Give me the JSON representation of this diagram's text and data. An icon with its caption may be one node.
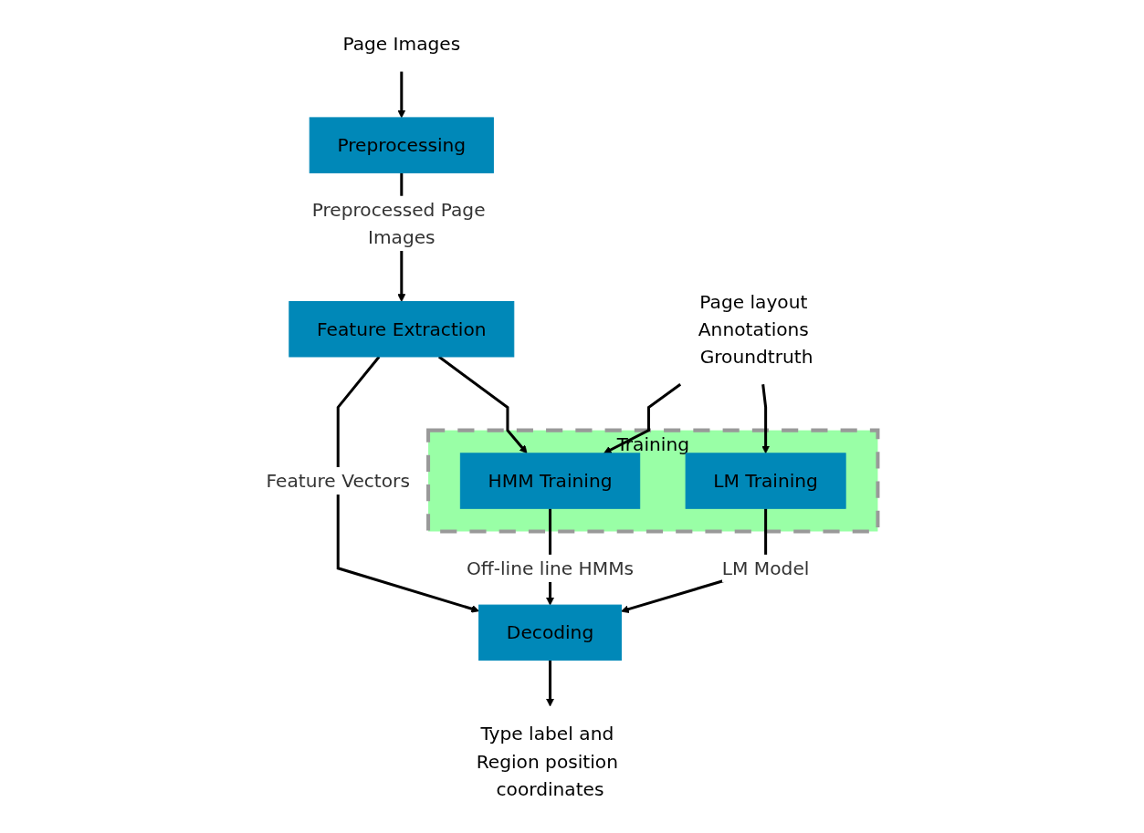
{
  "diagram": {
    "nodes": [
      {
        "text": [
          "Page Images"
        ]
      },
      {
        "text": [
          "Preprocessing"
        ]
      },
      {
        "text": [
          "Feature Extraction"
        ]
      },
      {
        "text": [
          "Decoding"
        ]
      },
      {
        "text": [
          "Type label and Region position coordinates"
        ]
      },
      {
        "text": [
          "Page layout Annotations Groundtruth"
        ]
      },
      {
        "text": [
          "Training"
        ]
      },
      {
        "text": [
          "HMM Training"
        ],
        "in": 6
      },
      {
        "text": [
          "LM Training"
        ],
        "in": 6
      }
    ],
    "edges": [
      {
        "from": 0,
        "to": 1,
        "arrow": "to"
      },
      {
        "from": 1,
        "to": 2,
        "arrow": "to",
        "label": "Preprocessed Page Images"
      },
      {
        "from": 2,
        "to": 3,
        "arrow": "to",
        "label": "Feature Vectors"
      },
      {
        "from": 3,
        "to": 4,
        "arrow": "to"
      },
      {
        "from": 2,
        "to": 7,
        "arrow": "to"
      },
      {
        "from": 5,
        "to": 7,
        "arrow": "to"
      },
      {
        "from": 5,
        "to": 8,
        "arrow": "to"
      },
      {
        "from": 7,
        "to": 3,
        "arrow": "to",
        "label": "Off-line line HMMs"
      },
      {
        "from": 8,
        "to": 3,
        "arrow": "to",
        "label": "LM Model"
      }
    ]
  }
}
